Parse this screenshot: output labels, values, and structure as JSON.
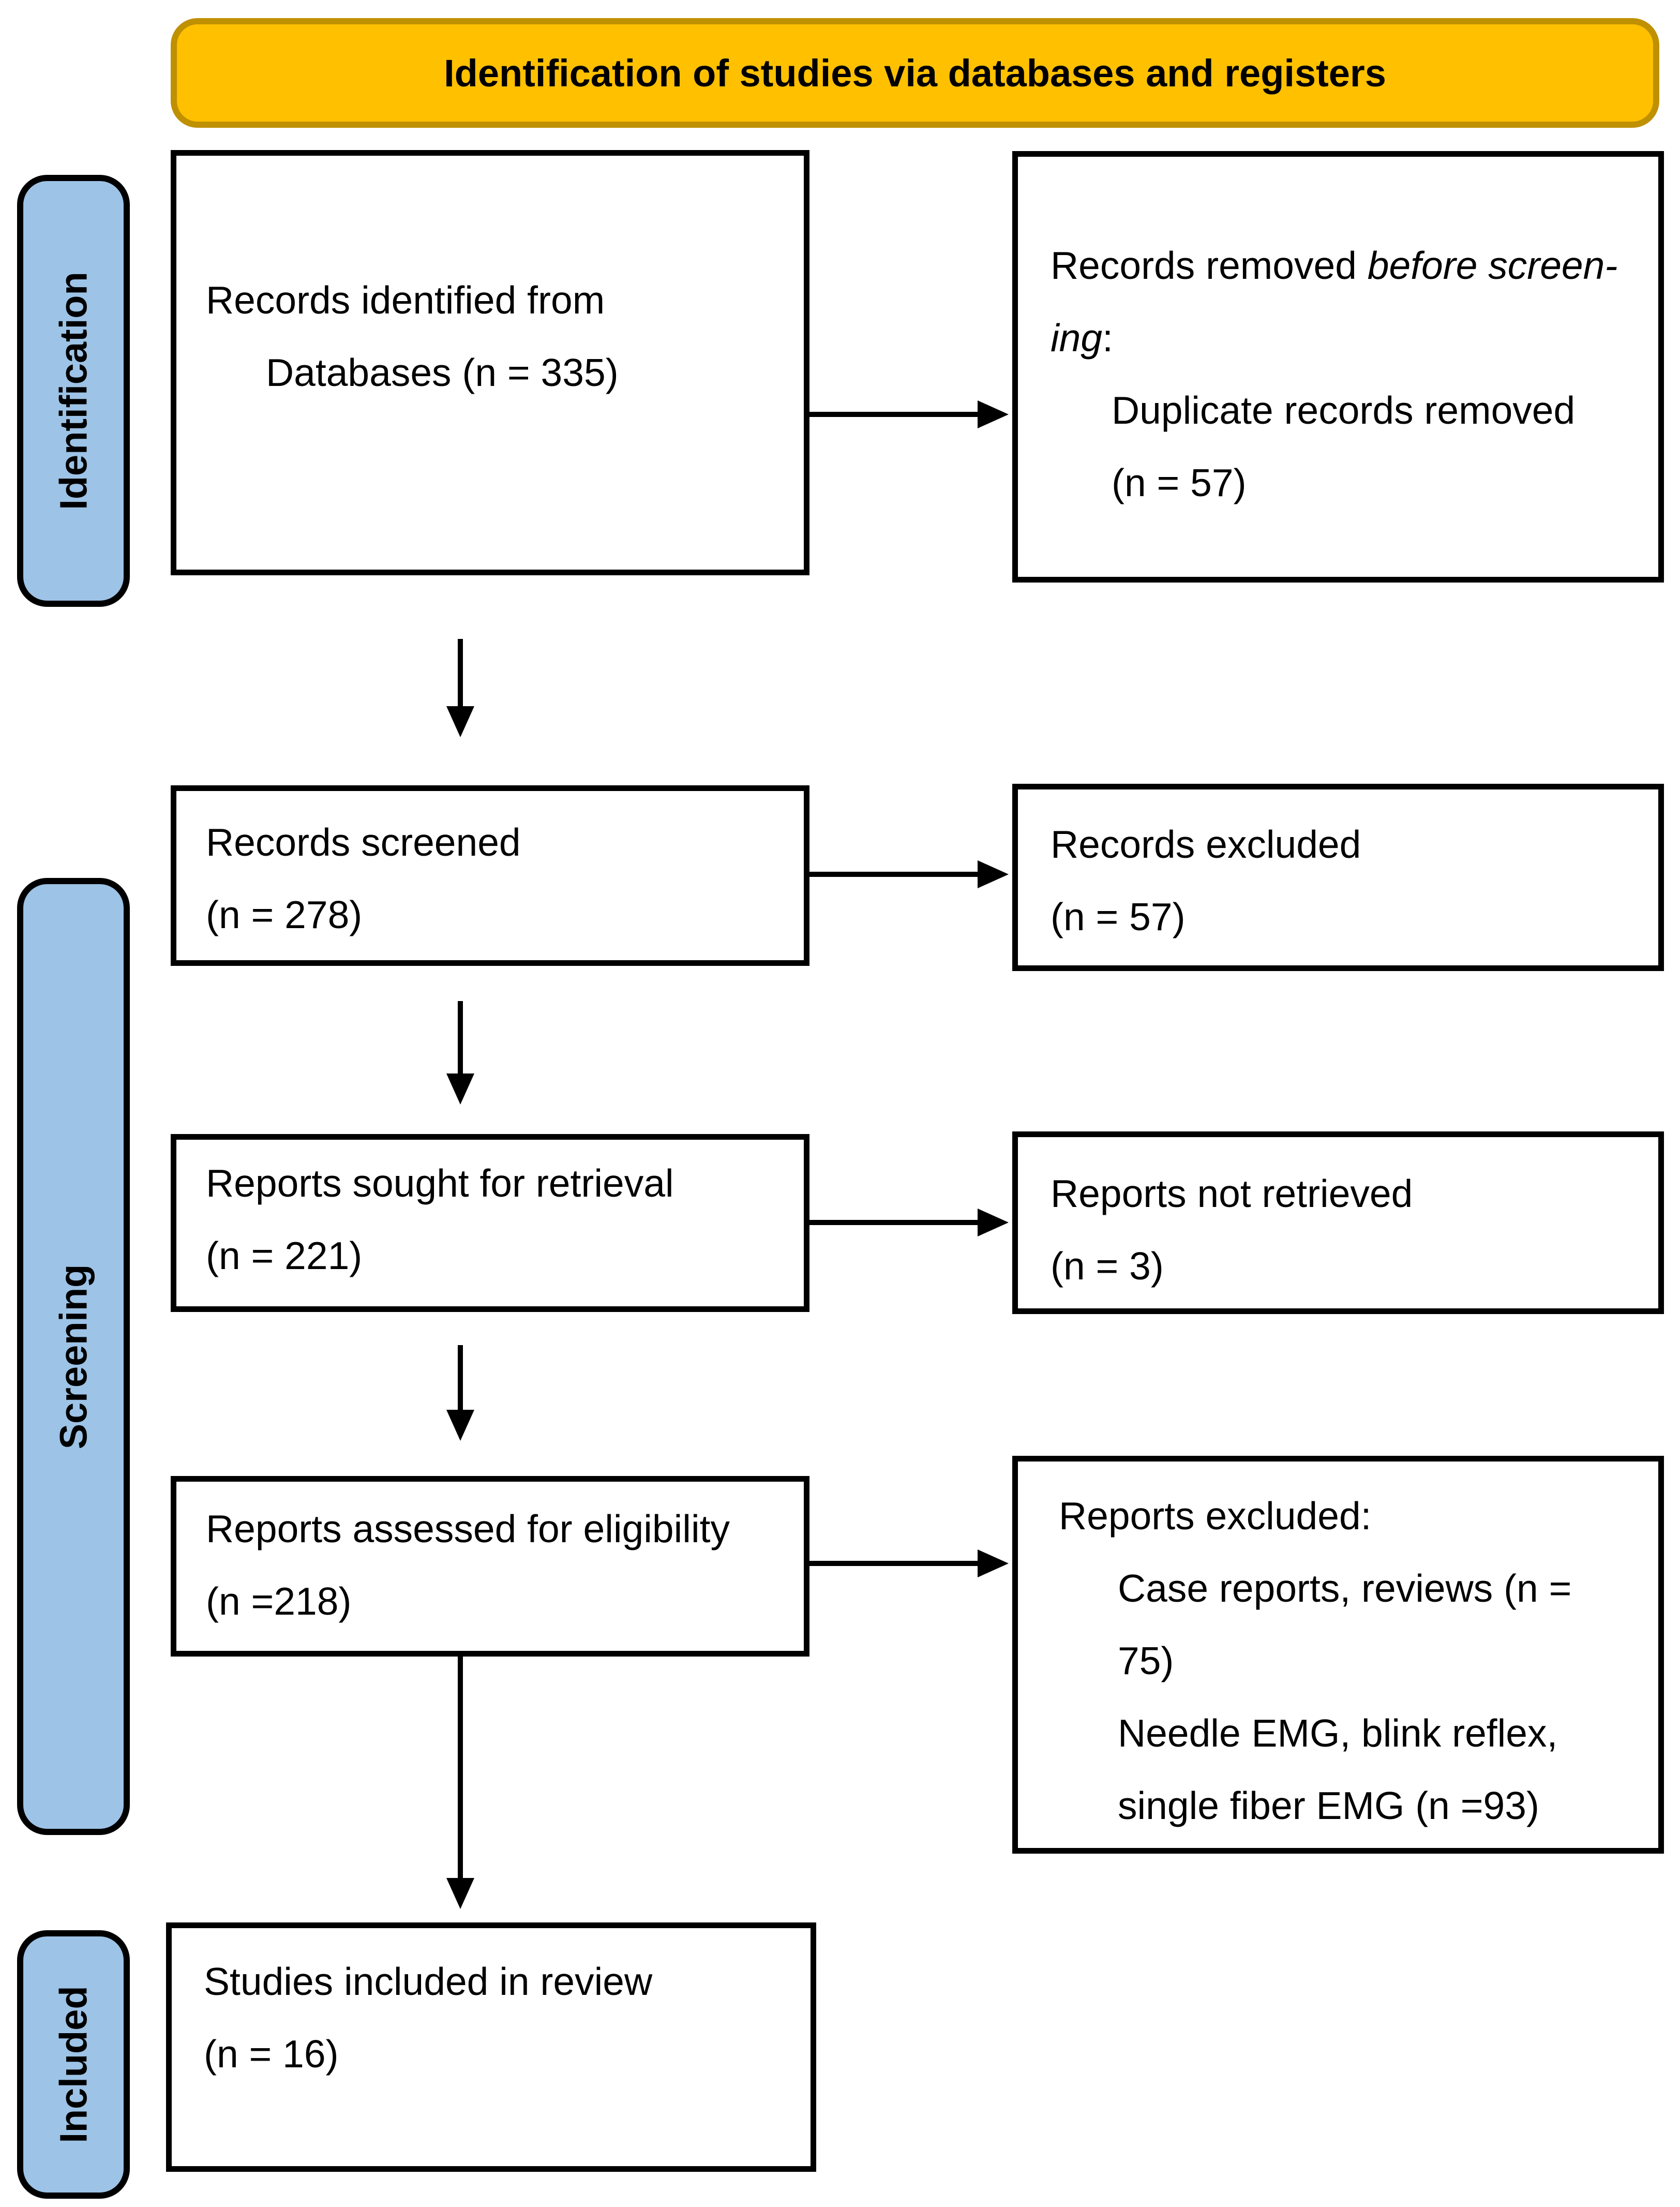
{
  "banner": {
    "title": "Identification of studies via databases and registers"
  },
  "stages": {
    "identification": "Identification",
    "screening": "Screening",
    "included": "Included"
  },
  "boxes": {
    "records_identified": {
      "line1": "Records identified from",
      "line2": "Databases (n = 335)"
    },
    "records_removed": {
      "line1_text": "Records removed ",
      "line1_italic": "before screen-",
      "line2_italic": "ing",
      "line2_text": ":",
      "item1": "Duplicate records removed",
      "item2": "(n = 57)"
    },
    "records_screened": {
      "line1": "Records screened",
      "line2": "(n = 278)"
    },
    "records_excluded": {
      "line1": "Records excluded",
      "line2": "(n = 57)"
    },
    "reports_sought": {
      "line1": "Reports sought for retrieval",
      "line2": "(n = 221)"
    },
    "reports_not_retrieved": {
      "line1": "Reports not retrieved",
      "line2": "(n = 3)"
    },
    "reports_assessed": {
      "line1": "Reports assessed for eligibility",
      "line2": "(n =218)"
    },
    "reports_excluded": {
      "line1": "Reports excluded:",
      "item1": "Case reports, reviews (n =",
      "item2": "75)",
      "item3": "Needle EMG, blink reflex,",
      "item4": "single fiber EMG (n =93)"
    },
    "studies_included": {
      "line1": "Studies included in review",
      "line2": "(n = 16)"
    }
  },
  "colors": {
    "banner_fill": "#FFC000",
    "banner_border": "#BF9000",
    "stage_fill": "#9DC3E6",
    "box_border": "#000000",
    "arrow": "#000000"
  }
}
